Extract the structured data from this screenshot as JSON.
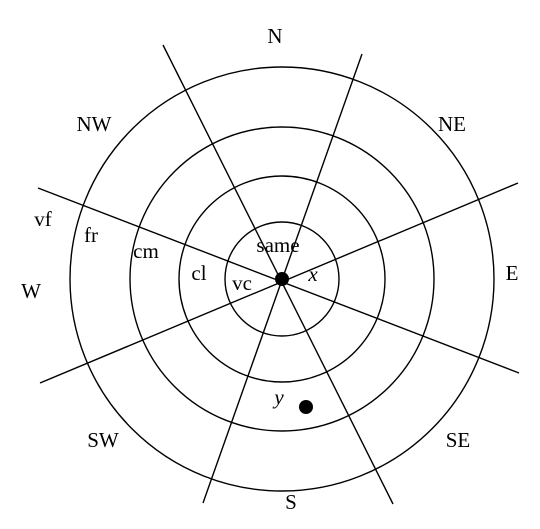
{
  "directions": {
    "n": "N",
    "ne": "NE",
    "e": "E",
    "se": "SE",
    "s": "S",
    "sw": "SW",
    "w": "W",
    "nw": "NW"
  },
  "distances": {
    "same": "same",
    "vc": "vc",
    "cl": "cl",
    "cm": "cm",
    "fr": "fr",
    "vf": "vf"
  },
  "points": {
    "x": "x",
    "y": "y"
  },
  "colors": {
    "stroke": "#000000",
    "background": "#ffffff"
  }
}
